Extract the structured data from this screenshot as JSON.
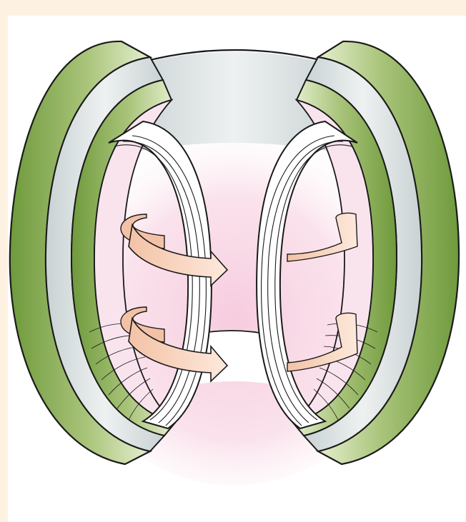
{
  "colors": {
    "page_background": "#ffffff",
    "frame_band": "#fdf1e2",
    "outline": "#1a1a1a",
    "vessel_gray": "#cfd7d8",
    "vessel_gray_light": "#eef1f1",
    "coil_green_dark": "#6f9a3c",
    "coil_green_light": "#e6efcf",
    "coil_white": "#f6f8f2",
    "plasma_pink": "#f6c9dd",
    "arrow_fill": "#f8d2b8",
    "arrow_fill_light": "#fde9dc"
  },
  "diagram": {
    "subject": "torus-with-toroidal-field-coils",
    "coil_count_visible": 2,
    "current_arrows": [
      "upper",
      "lower"
    ]
  }
}
